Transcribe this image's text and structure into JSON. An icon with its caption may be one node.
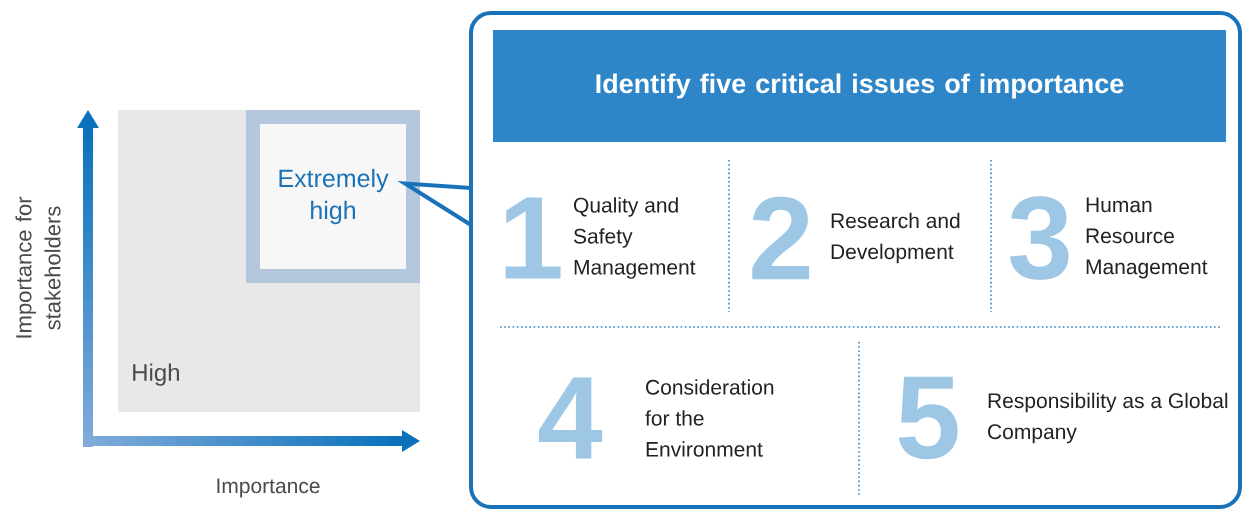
{
  "diagram": {
    "nodes": [
      {
        "text": [
          "High"
        ]
      },
      {
        "text": [
          "Extremely high"
        ],
        "in": 0
      },
      {
        "text": [],
        "shape": "box"
      },
      {
        "text": [
          "Identify five critical issues of importance"
        ],
        "in": 2
      },
      {
        "text": [
          "1",
          "Quality and Safety Management"
        ],
        "in": 2
      },
      {
        "text": [
          "2",
          "Research and Development"
        ],
        "in": 2
      },
      {
        "text": [
          "3",
          "Human Resource Management"
        ],
        "in": 2
      },
      {
        "text": [
          "4",
          "Consideration for the Environment"
        ],
        "in": 2
      },
      {
        "text": [
          "5",
          "Responsibility as a Global Company"
        ],
        "in": 2
      }
    ],
    "edges": [
      {
        "from": 1,
        "to": 2,
        "arrow": "none"
      }
    ],
    "labels": [
      "Importance for stakeholders",
      "Importance"
    ]
  }
}
